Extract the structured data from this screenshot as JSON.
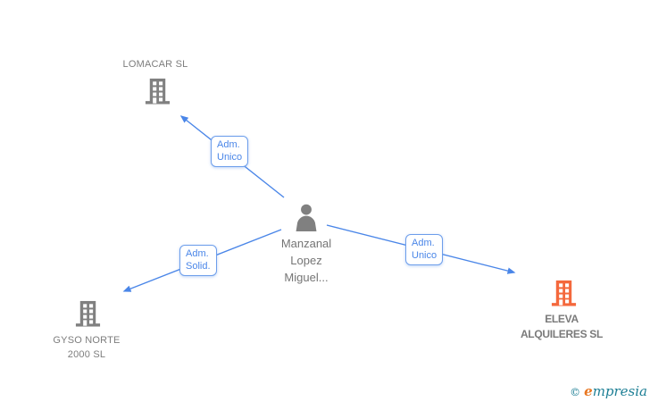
{
  "diagram": {
    "type": "corporate-relationship-graph",
    "person": {
      "name_lines": [
        "Manzanal",
        "Lopez",
        "Miguel..."
      ],
      "icon": "person-icon"
    },
    "companies": [
      {
        "id": "lomacar",
        "name_lines": [
          "LOMACAR SL",
          ""
        ],
        "icon": "building-icon",
        "icon_color": "#808080"
      },
      {
        "id": "gyso-norte",
        "name_lines": [
          "GYSO NORTE",
          "2000 SL"
        ],
        "icon": "building-icon",
        "icon_color": "#808080"
      },
      {
        "id": "eleva-alquileres",
        "name_lines": [
          "ELEVA",
          "ALQUILERES SL"
        ],
        "icon": "building-icon",
        "icon_color": "#f4683c"
      }
    ],
    "edges": [
      {
        "from": "person",
        "to": "lomacar",
        "label_lines": [
          "Adm.",
          "Unico"
        ]
      },
      {
        "from": "person",
        "to": "gyso-norte",
        "label_lines": [
          "Adm.",
          "Solid."
        ]
      },
      {
        "from": "person",
        "to": "eleva-alquileres",
        "label_lines": [
          "Adm.",
          "Unico"
        ]
      }
    ]
  },
  "colors": {
    "edge_blue": "#4a86e8",
    "label_border_blue": "#6d9eeb",
    "node_gray": "#808080",
    "text_gray": "#7d7d7d",
    "accent_orange": "#f4683c",
    "watermark_teal": "#1d7f95",
    "watermark_orange": "#e87722"
  },
  "watermark": {
    "copyright": "©",
    "brand_first": "e",
    "brand_rest": "mpresia"
  }
}
